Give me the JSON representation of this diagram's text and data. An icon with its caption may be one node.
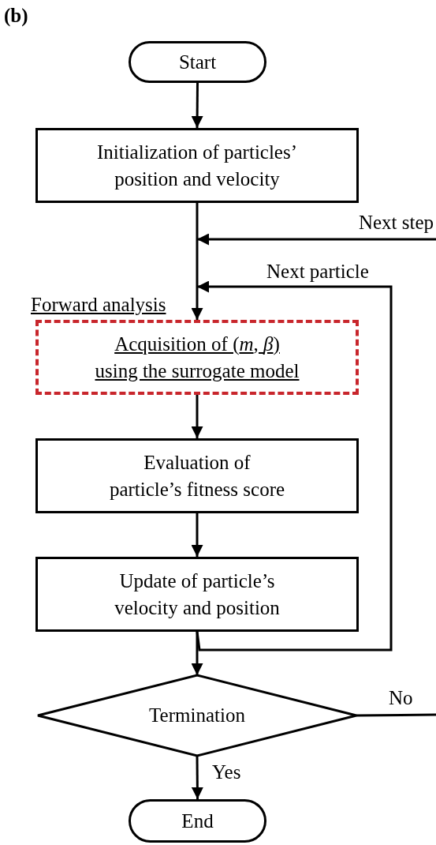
{
  "diagram": {
    "nodes": [
      {
        "text": [
          "Start"
        ]
      },
      {
        "text": [
          "Initialization of particles’ position and velocity"
        ]
      },
      {
        "text": [
          "Forward analysis",
          "Acquisition of (*m*, *β*) using the surrogate model"
        ]
      },
      {
        "text": [
          "Evaluation of particle’s fitness score"
        ]
      },
      {
        "text": [
          "Update of particle’s velocity and position"
        ]
      },
      {
        "text": [
          "Termination"
        ]
      },
      {
        "text": [
          "End"
        ]
      }
    ],
    "edges": [
      {
        "from": 0,
        "to": 1,
        "arrow": "to"
      },
      {
        "from": 1,
        "to": 2,
        "arrow": "to"
      },
      {
        "from": 2,
        "to": 3,
        "arrow": "to"
      },
      {
        "from": 3,
        "to": 4,
        "arrow": "to"
      },
      {
        "from": 4,
        "to": 5,
        "arrow": "to"
      },
      {
        "from": 4,
        "to": 2,
        "label": "Next particle",
        "arrow": "to"
      },
      {
        "from": 5,
        "to": null,
        "label": "No",
        "arrow": "none"
      },
      {
        "from": null,
        "to": 2,
        "label": "Next step",
        "arrow": "to"
      },
      {
        "from": 5,
        "to": 6,
        "label": "Yes",
        "arrow": "to"
      }
    ],
    "labels": [
      "(b)"
    ]
  }
}
